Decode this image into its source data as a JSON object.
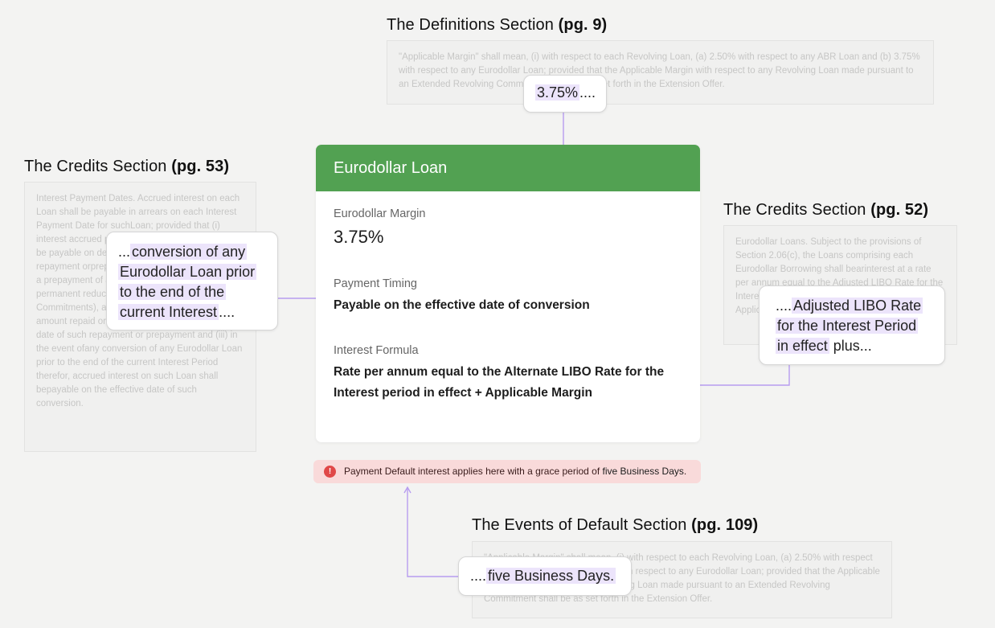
{
  "definitions": {
    "title_main": "The Definitions Section ",
    "title_page": "(pg. 9)",
    "excerpt": "\"Applicable Margin\" shall mean, (i) with respect to each Revolving Loan, (a) 2.50% with respect to any ABR Loan and (b) 3.75% with respect to any Eurodollar Loan; provided that the Applicable Margin with respect to any Revolving Loan made pursuant to an Extended Revolving Commitment shall be as set forth in the Extension Offer.",
    "bubble": "3.75%",
    "bubble_suffix": "...."
  },
  "credits_53": {
    "title_main": "The Credits Section ",
    "title_page": "(pg. 53)",
    "excerpt": "Interest Payment Dates. Accrued interest on each Loan shall be payable in arrears on each Interest Payment Date for suchLoan; provided that (i) interest accrued pursuant to Section 2.06(c) shall be payable on demand, (ii) in the event of any repayment orprepayment of any Loan (other than a prepayment of an ABR Loan prior to a permanent reduction of the Revolving Commitments), accrued interest on the principal amount repaid or prepaid shall be payable on the date of such repayment or prepayment and (iii) in the event ofany conversion of any Eurodollar Loan prior to the end of the current Interest Period therefor, accrued interest on such Loan shall bepayable on the effective date of such conversion.",
    "bubble_prefix": "...",
    "bubble_lines": [
      "conversion of any",
      "Eurodollar Loan prior",
      "to the end of the",
      "current Interest"
    ],
    "bubble_suffix": "...."
  },
  "credits_52": {
    "title_main": "The Credits Section ",
    "title_page": "(pg. 52)",
    "excerpt": "Eurodollar Loans. Subject to the provisions of Section 2.06(c), the Loans comprising each Eurodollar Borrowing shall bearinterest at a rate per annum equal to the Adjusted LIBO Rate for the Interest Period in effect for such Borrowing plus the Applicable Margin from time to time in effect.",
    "bubble_prefix": "....",
    "bubble_lines": [
      "Adjusted LIBO Rate",
      "for the Interest Period",
      "in effect"
    ],
    "bubble_suffix": " plus..."
  },
  "events_default": {
    "title_main": "The Events of Default Section ",
    "title_page": "(pg. 109)",
    "excerpt": "\"Applicable Margin\" shall mean, (i) with respect to each Revolving Loan, (a) 2.50% with respect to any ABR Loan and (b) 3.75% with respect to any Eurodollar Loan; provided that the Applicable Margin with respect to any Revolving Loan made pursuant to an Extended Revolving Commitment shall be as set forth in the Extension Offer.",
    "bubble_prefix": "....",
    "bubble": "five Business Days."
  },
  "card": {
    "title": "Eurodollar Loan",
    "margin_label": "Eurodollar Margin",
    "margin_value": "3.75%",
    "timing_label": "Payment Timing",
    "timing_value": "Payable on the effective date of conversion",
    "formula_label": "Interest Formula",
    "formula_line1": "Rate per annum equal to the Alternate LIBO Rate for the",
    "formula_line2": "Interest period in effect + Applicable Margin"
  },
  "alert": {
    "icon": "!",
    "text": "Payment Default interest applies here with a grace period of ",
    "emphasis": "five Business Days",
    "suffix": "."
  },
  "colors": {
    "card_header": "#52a152",
    "connector": "#b79cf0",
    "highlight": "#ece4fb",
    "alert_bg": "#f9dada",
    "alert_icon": "#e04848"
  }
}
